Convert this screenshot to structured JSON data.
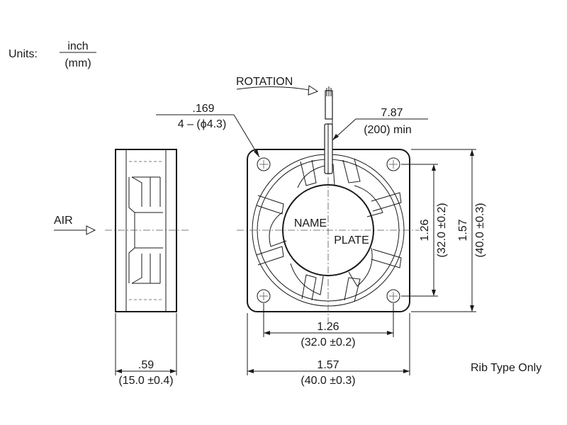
{
  "units": {
    "prefix": "Units:",
    "numerator": "inch",
    "denominator": "(mm)"
  },
  "rotation_label": "ROTATION",
  "air_label": "AIR",
  "mount_hole": {
    "inch": ".169",
    "mm": "4 – (ϕ4.3)"
  },
  "lead_wire": {
    "inch": "7.87",
    "mm": "(200) min"
  },
  "name_plate": {
    "line1": "NAME",
    "line2": "PLATE"
  },
  "dimensions": {
    "hole_pitch_h": {
      "inch": "1.26",
      "mm": "(32.0 ±0.2)"
    },
    "overall_h": {
      "inch": "1.57",
      "mm": "(40.0 ±0.3)"
    },
    "hole_pitch_v": {
      "inch": "1.26",
      "mm": "(32.0 ±0.2)"
    },
    "overall_v": {
      "inch": "1.57",
      "mm": "(40.0 ±0.3)"
    },
    "depth": {
      "inch": ".59",
      "mm": "(15.0 ±0.4)"
    }
  },
  "note": "Rib Type Only"
}
